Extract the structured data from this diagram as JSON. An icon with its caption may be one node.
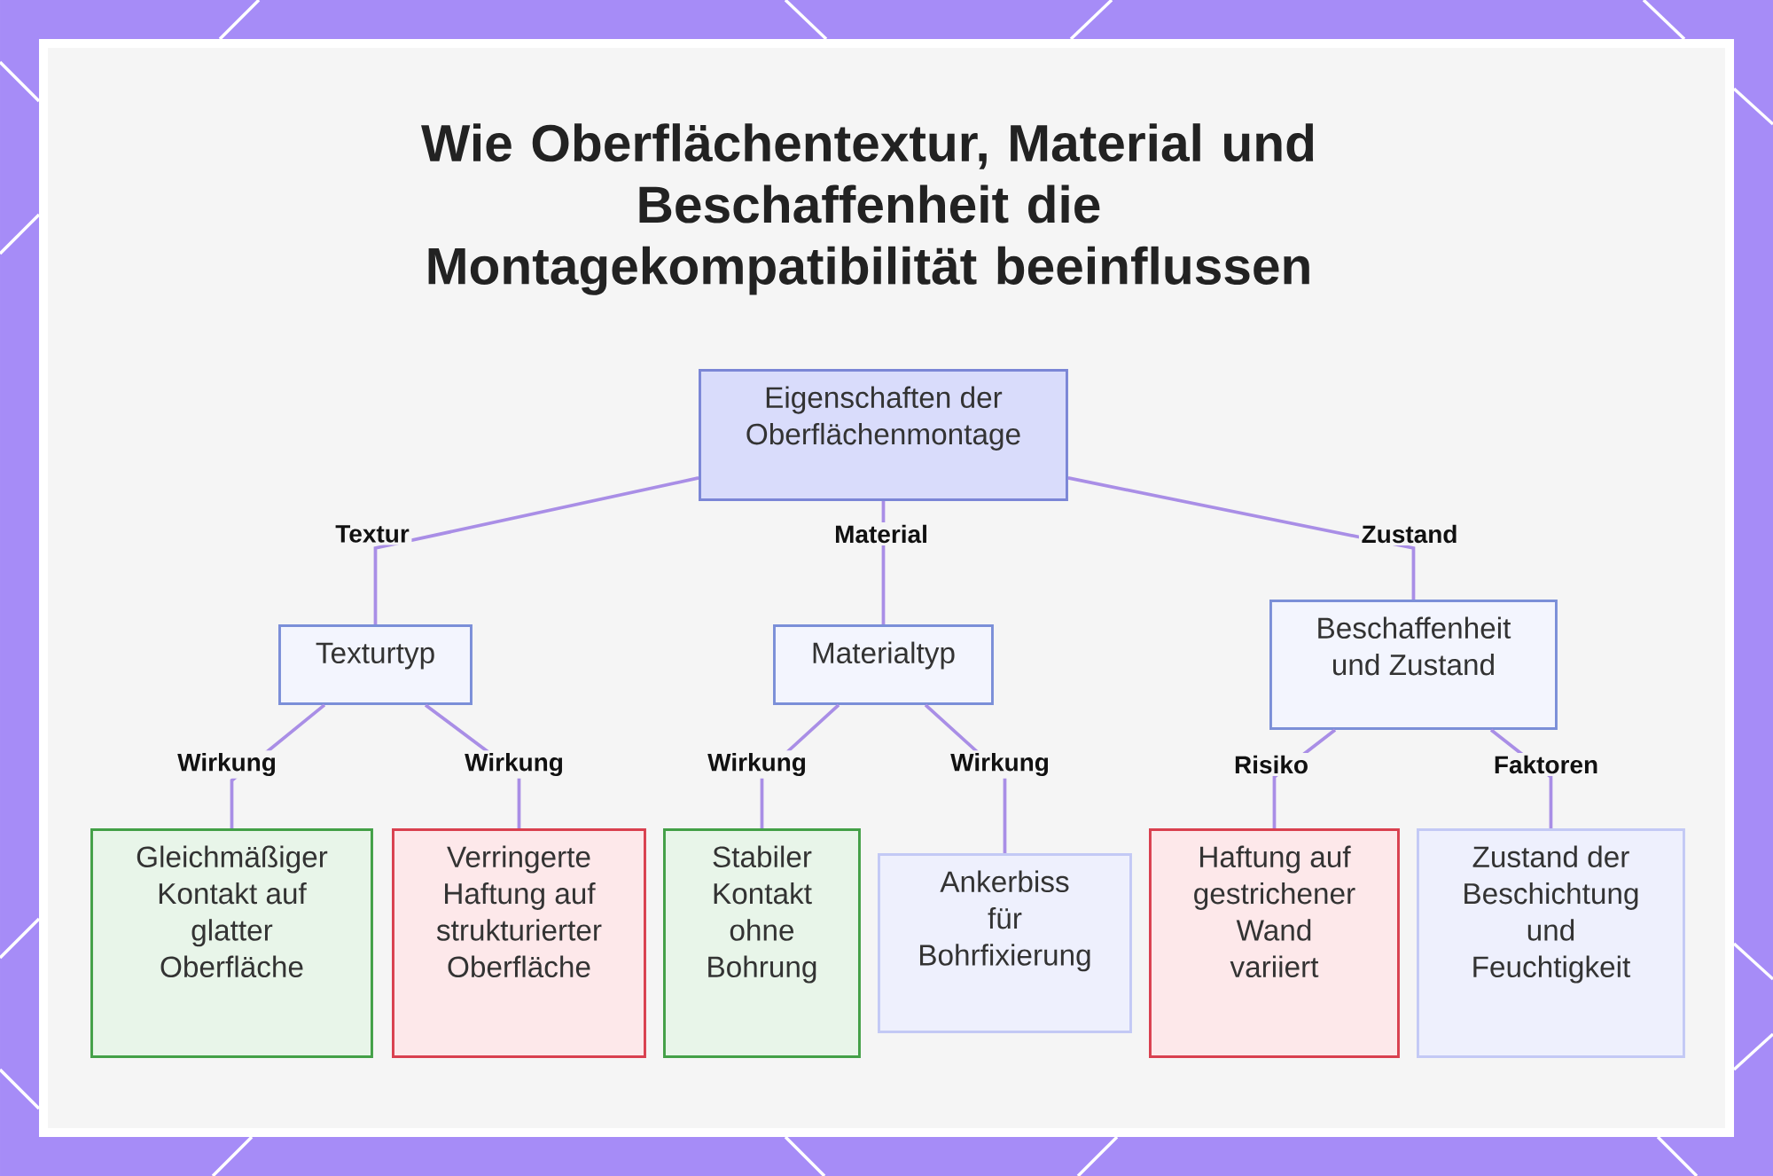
{
  "diagram": {
    "title": "Wie Oberflächentextur, Material und Beschaffenheit die Montagekompatibilität beeinflussen",
    "nodes": [
      {
        "text": [
          "Eigenschaften der Oberflächenmontage"
        ]
      },
      {
        "text": [
          "Texturtyp"
        ]
      },
      {
        "text": [
          "Materialtyp"
        ]
      },
      {
        "text": [
          "Beschaffenheit und Zustand"
        ]
      },
      {
        "text": [
          "Gleichmäßiger Kontakt auf glatter Oberfläche"
        ]
      },
      {
        "text": [
          "Verringerte Haftung auf strukturierter Oberfläche"
        ]
      },
      {
        "text": [
          "Stabiler Kontakt ohne Bohrung"
        ]
      },
      {
        "text": [
          "Ankerbiss für Bohrfixierung"
        ]
      },
      {
        "text": [
          "Haftung auf gestrichener Wand variiert"
        ]
      },
      {
        "text": [
          "Zustand der Beschichtung und Feuchtigkeit"
        ]
      }
    ],
    "edges": [
      {
        "from": 0,
        "to": 1,
        "arrow": "none",
        "label": "Textur"
      },
      {
        "from": 0,
        "to": 2,
        "arrow": "none",
        "label": "Material"
      },
      {
        "from": 0,
        "to": 3,
        "arrow": "none",
        "label": "Zustand"
      },
      {
        "from": 1,
        "to": 4,
        "arrow": "none",
        "label": "Wirkung"
      },
      {
        "from": 1,
        "to": 5,
        "arrow": "none",
        "label": "Wirkung"
      },
      {
        "from": 2,
        "to": 6,
        "arrow": "none",
        "label": "Wirkung"
      },
      {
        "from": 2,
        "to": 7,
        "arrow": "none",
        "label": "Wirkung"
      },
      {
        "from": 3,
        "to": 8,
        "arrow": "none",
        "label": "Risiko"
      },
      {
        "from": 3,
        "to": 9,
        "arrow": "none",
        "label": "Faktoren"
      }
    ]
  }
}
